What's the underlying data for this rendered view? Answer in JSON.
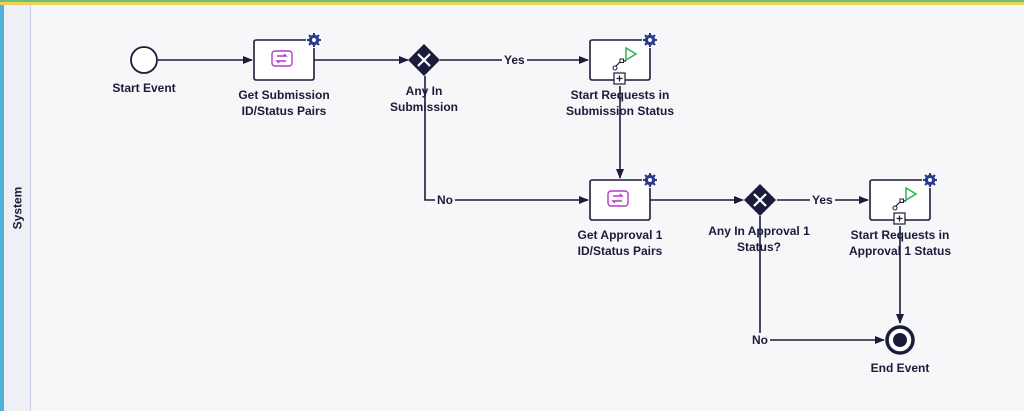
{
  "colors": {
    "top_stripe": "#6fbf73",
    "top_stripe_2": "#e8d25a",
    "lane_accent": "#4fb3d9",
    "stroke": "#1a1c3a",
    "task_icon": "#b13cc8",
    "play_icon": "#2fb55a",
    "gear": "#2a3a8c"
  },
  "lane": {
    "label": "System"
  },
  "nodes": {
    "start_event": {
      "label": "Start Event"
    },
    "get_submission": {
      "label_1": "Get Submission",
      "label_2": "ID/Status Pairs",
      "icon": "script-task-icon"
    },
    "gateway_submission": {
      "label_1": "Any In",
      "label_2": "Submission"
    },
    "start_requests_submission": {
      "label_1": "Start Requests in",
      "label_2": "Submission Status",
      "icon": "subprocess-start-icon"
    },
    "get_approval": {
      "label_1": "Get Approval 1",
      "label_2": "ID/Status Pairs",
      "icon": "script-task-icon"
    },
    "gateway_approval": {
      "label_1": "Any In Approval 1",
      "label_2": "Status?"
    },
    "start_requests_approval": {
      "label_1": "Start Requests in",
      "label_2": "Approval 1 Status",
      "icon": "subprocess-start-icon"
    },
    "end_event": {
      "label": "End Event"
    }
  },
  "flows": {
    "yes_1": "Yes",
    "no_1": "No",
    "yes_2": "Yes",
    "no_2": "No"
  }
}
